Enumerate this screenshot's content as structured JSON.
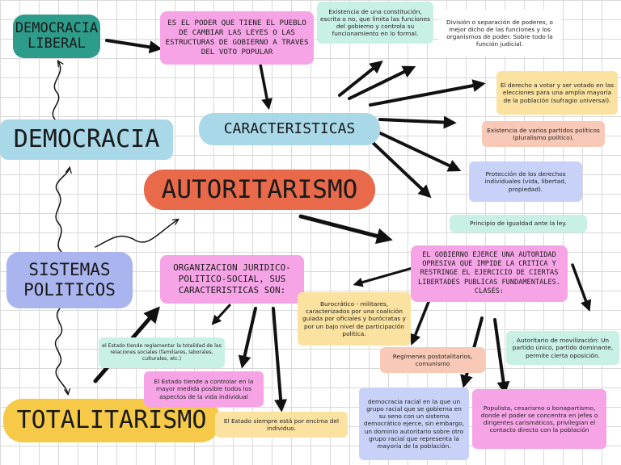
{
  "palette": {
    "teal": "#2e9c8a",
    "light_blue": "#a9d8e8",
    "orange_red": "#e86a4a",
    "periwinkle": "#aab4ee",
    "yellow": "#f7c948",
    "pink": "#f6a4e6",
    "mint": "#c9f0e4",
    "peach": "#f9c9b8",
    "cream": "#fbe2a0",
    "lavender": "#c8d2f8",
    "arrow": "#111111"
  },
  "nodes": {
    "democracia_liberal": "DEMOCRACIA LIBERAL",
    "definicion": "ES EL PODER QUE TIENE EL PUEBLO DE CAMBIAR LAS LEYES O LAS ESTRUCTURAS DE GOBIERNO A TRAVES DEL VOTO POPULAR",
    "democracia": "DEMOCRACIA",
    "caracteristicas": "CARACTERISTICAS",
    "autoritarismo": "AUTORITARISMO",
    "sistemas_politicos": "SISTEMAS POLITICOS",
    "organizacion": "ORGANIZACION JURIDICO-POLITICO-SOCIAL, SUS CARACTERISTICAS SON:",
    "totalitarismo": "TOTALITARISMO",
    "autoridad": "EL GOBIERNO EJERCE UNA AUTORIDAD OPRESIVA QUE IMPIDE LA CRITICA Y RESTRINGE EL EJERCICIO DE CIERTAS LIBERTADES PUBLICAS FUNDAMENTALES. CLASES:"
  },
  "notes": {
    "constitucion": "Existencia de una constitución, escrita o no, que limita las funciones del gobierno y controla su funcionamiento en lo formal.",
    "division_poderes": "División o separación de poderes, o mejor dicho de las funciones y los organismos de poder. Sobre todo la función judicial.",
    "derecho_votar": "El derecho a votar y ser votado en las elecciones para una amplia mayoría de la población (sufragio universal).",
    "partidos": "Existencia de varios partidos políticos (pluralismo político).",
    "derechos": "Protección de los derechos individuales (vida, libertad, propiedad).",
    "igualdad": "Principio de igualdad ante la ley.",
    "burocratico": "Burocrático - militares, caracterizados por una coalición guiada por oficiales y burócratas y por un bajo nivel de participación política.",
    "movilizacion": "Autoritario de movilización: Un partido único, partido dominante, permite cierta oposición.",
    "postotalitarios": "Regímenes postotalitarios, comunismo",
    "democracia_racial": "democracia racial en la que un grupo racial que se gobierna en su seno con un sistema democrático ejerce, sin embargo, un dominio autoritario sobre otro grupo racial que representa la mayoría de la población.",
    "populista": "Populista, cesarismo o bonapartismo, donde el poder se concentra en jefes o dirigentes carismáticos, privilegian el contacto directo con la población",
    "reglamentar": "el Estado tiende reglamentar la totalidad de las relaciones sociales (familiares, laborales, culturales, etc.)",
    "controlar": "El Estado tiende a controlar en la mayor medida posible todos los aspectos de la vida individual",
    "encima": "El Estado siempre está por encima del individuo."
  }
}
